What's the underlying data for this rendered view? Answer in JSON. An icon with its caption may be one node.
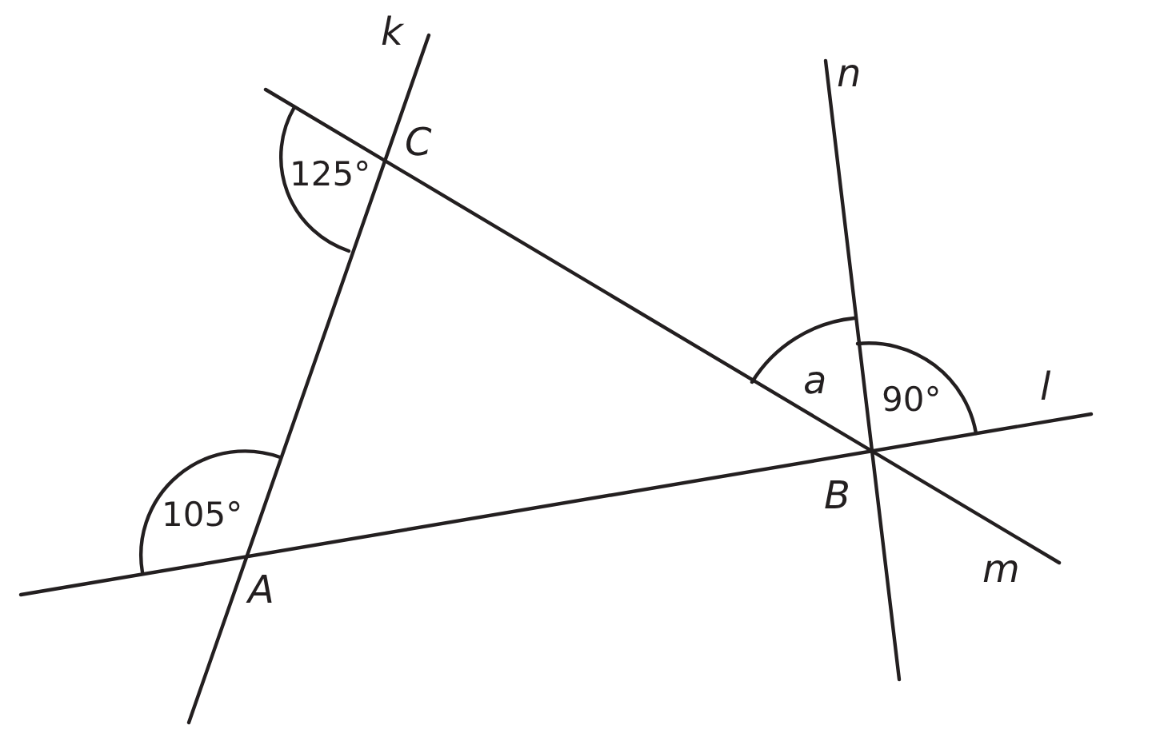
{
  "diagram": {
    "labels": [
      "k",
      "n",
      "C",
      "125°",
      "a",
      "l",
      "90°",
      "B",
      "105°",
      "m",
      "A"
    ]
  }
}
